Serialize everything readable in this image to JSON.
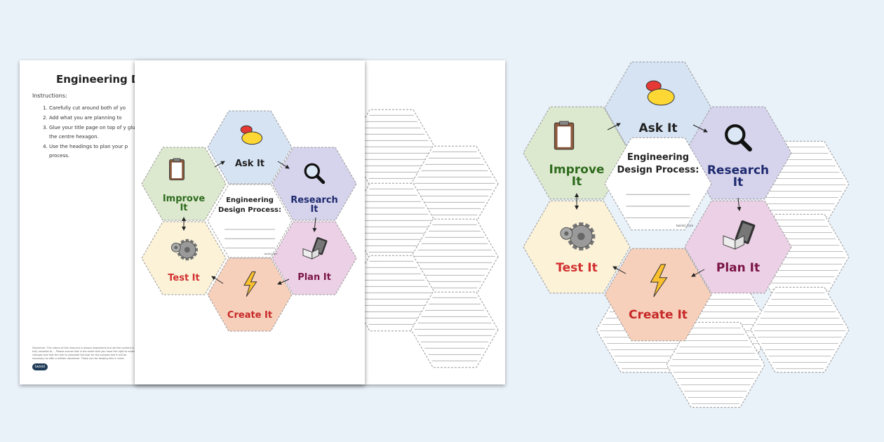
{
  "instructions_sheet": {
    "title": "Engineering D",
    "instructions_heading": "Instructions:",
    "steps": [
      "Carefully cut around both of yo",
      "Add what you are planning to ",
      "Glue your title page on top of y glue the centre hexagon.",
      "Use the headings to plan your p process."
    ],
    "disclaimer": "Disclaimer: The nature of this resource is always dependent and we feel content is fully versatile to ... Please ensure that in the event that you have the right to make changes and that the aim to complete the task for the purpose and it will be necessary to offer a written disclaimer. Thank you for keeping this in mind.",
    "logo": "twinkl"
  },
  "hex_diagram": {
    "center_title_line1": "Engineering",
    "center_title_line2": "Design Process:",
    "footer_mark": "twinkl.com",
    "stages": {
      "ask": {
        "line1": "Ask It",
        "line2": "",
        "icon": "speech-bubbles-icon",
        "fill": "#d6e3f3",
        "text_color": "#222222"
      },
      "research": {
        "line1": "Research",
        "line2": "It",
        "icon": "magnifying-glass-icon",
        "fill": "#d6d3ec",
        "text_color": "#1e2a6e"
      },
      "plan": {
        "line1": "Plan It",
        "line2": "",
        "icon": "book-tablet-icon",
        "fill": "#ecd0e6",
        "text_color": "#7a1446"
      },
      "create": {
        "line1": "Create It",
        "line2": "",
        "icon": "lightning-bolt-icon",
        "fill": "#f7d0bc",
        "text_color": "#c62828"
      },
      "test": {
        "line1": "Test It",
        "line2": "",
        "icon": "gears-icon",
        "fill": "#fbf2d8",
        "text_color": "#d32f2f"
      },
      "improve": {
        "line1": "Improve",
        "line2": "It",
        "icon": "clipboard-icon",
        "fill": "#dde9cf",
        "text_color": "#2e6b1e"
      }
    }
  }
}
